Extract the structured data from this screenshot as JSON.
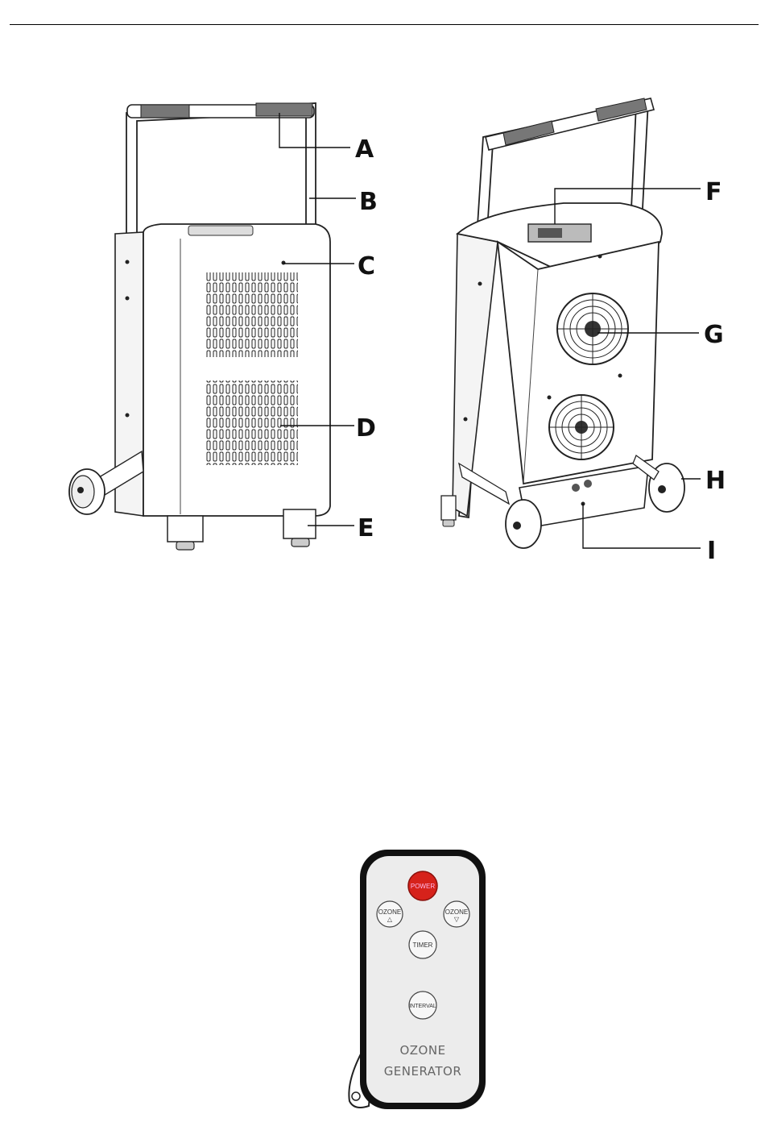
{
  "figure": {
    "callouts": [
      "A",
      "B",
      "C",
      "D",
      "E",
      "F",
      "G",
      "H",
      "I"
    ]
  },
  "remote": {
    "buttons": {
      "power": "POWER",
      "ozone_up_line1": "OZONE",
      "ozone_up_line2": "△",
      "ozone_down_line1": "OZONE",
      "ozone_down_line2": "▽",
      "timer": "TIMER",
      "interval": "INTERVAL"
    },
    "label_line1": "OZONE",
    "label_line2": "GENERATOR",
    "colors": {
      "power": "#d6221b",
      "body": "#ececec"
    }
  }
}
